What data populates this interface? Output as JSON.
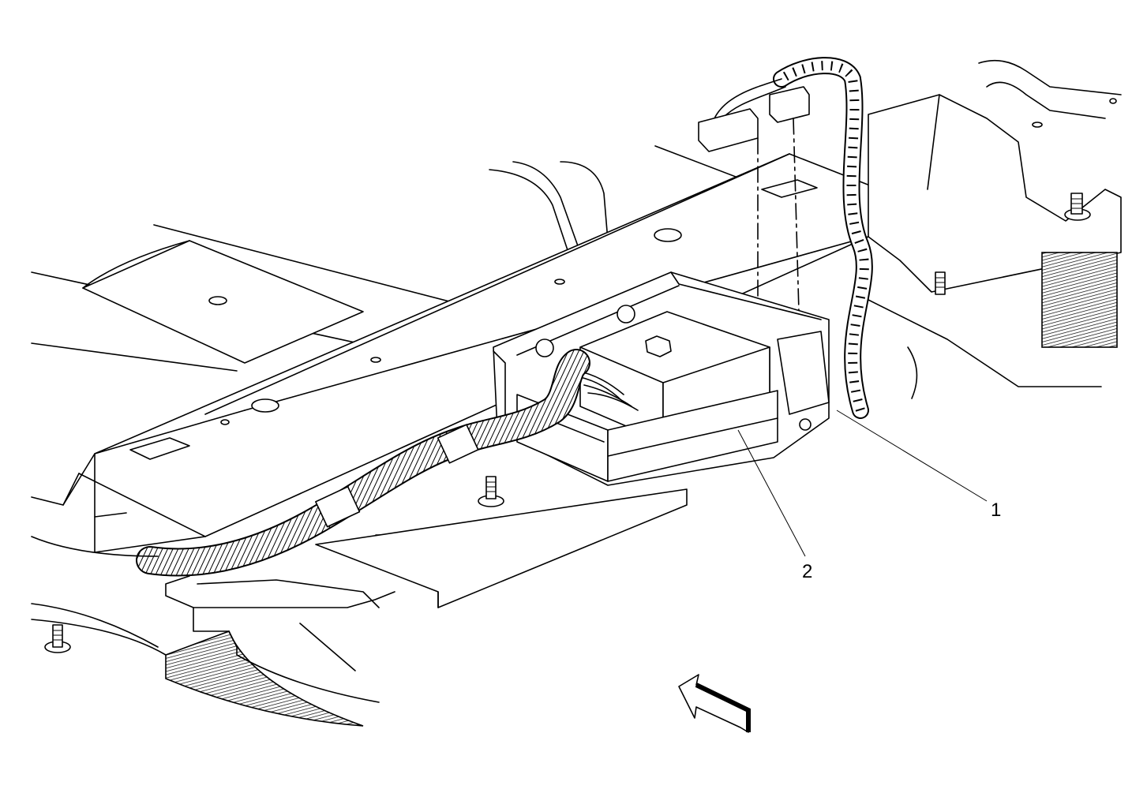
{
  "callouts": [
    {
      "id": "1",
      "label": "1"
    },
    {
      "id": "2",
      "label": "2"
    }
  ],
  "colors": {
    "line": "#000000",
    "background": "#ffffff"
  },
  "icons": {
    "direction_arrow": "forward-arrow-icon"
  }
}
